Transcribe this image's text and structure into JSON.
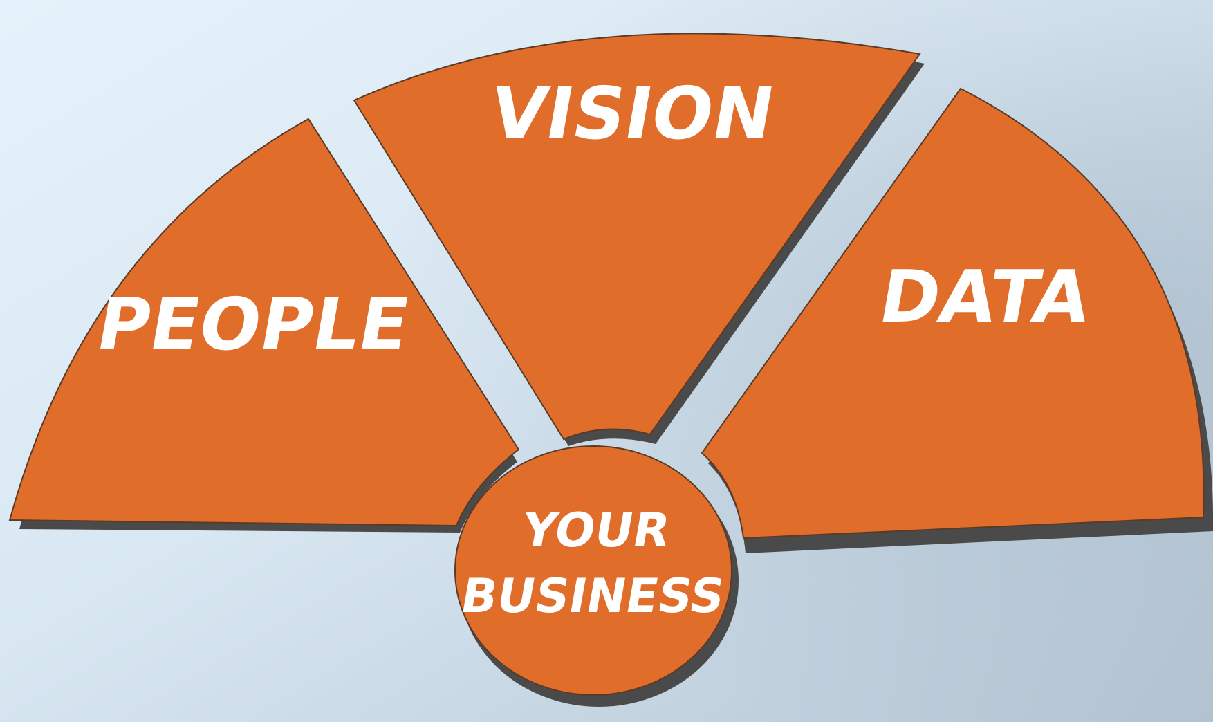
{
  "diagram": {
    "segments": [
      {
        "id": "people",
        "label": "PEOPLE"
      },
      {
        "id": "vision",
        "label": "VISION"
      },
      {
        "id": "data",
        "label": "DATA"
      }
    ],
    "hub": {
      "line1": "YOUR",
      "line2": "BUSINESS"
    },
    "colors": {
      "segment_fill": "#e06d2a",
      "shadow": "#4a4a4a",
      "outline": "#5a3a26",
      "text": "#ffffff"
    }
  }
}
